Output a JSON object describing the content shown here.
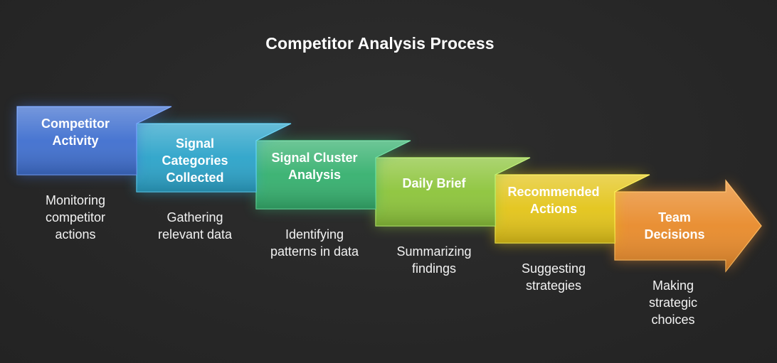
{
  "title": "Competitor Analysis Process",
  "steps": [
    {
      "label": [
        "Competitor",
        "Activity"
      ],
      "description": [
        "Monitoring",
        "competitor",
        "actions"
      ],
      "color": "#3f6fcf"
    },
    {
      "label": [
        "Signal",
        "Categories",
        "Collected"
      ],
      "description": [
        "Gathering",
        "relevant data"
      ],
      "color": "#2ba3c9"
    },
    {
      "label": [
        "Signal Cluster",
        "Analysis"
      ],
      "description": [
        "Identifying",
        "patterns in data"
      ],
      "color": "#35b06e"
    },
    {
      "label": [
        "Daily Brief"
      ],
      "description": [
        "Summarizing",
        "findings"
      ],
      "color": "#8cc43a"
    },
    {
      "label": [
        "Recommended",
        "Actions"
      ],
      "description": [
        "Suggesting",
        "strategies"
      ],
      "color": "#e3c418"
    },
    {
      "label": [
        "Team",
        "Decisions"
      ],
      "description": [
        "Making",
        "strategic",
        "choices"
      ],
      "color": "#e88a2a"
    }
  ]
}
